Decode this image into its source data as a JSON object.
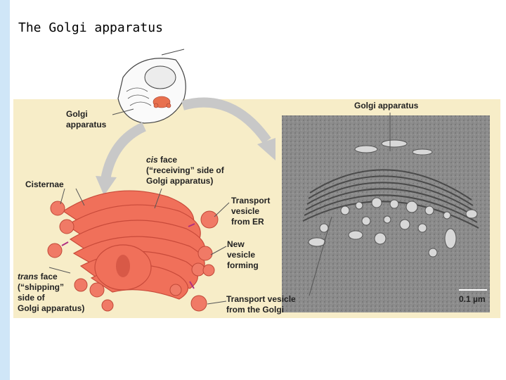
{
  "slide": {
    "title": "The Golgi apparatus"
  },
  "labels": {
    "golgi_small": [
      "Golgi",
      "apparatus"
    ],
    "cisternae": "Cisternae",
    "cis_face": {
      "term": "cis",
      "line1_rest": " face",
      "line2": "(“receiving” side of",
      "line3": "Golgi apparatus)"
    },
    "transport_er": [
      "Transport",
      "vesicle",
      "from ER"
    ],
    "new_vesicle": [
      "New",
      "vesicle",
      "forming"
    ],
    "trans_face": {
      "term": "trans",
      "line1_rest": " face",
      "line2": "(“shipping”",
      "line3": "side of",
      "line4": "Golgi apparatus)"
    },
    "transport_golgi": [
      "Transport vesicle",
      "from the Golgi"
    ],
    "micrograph_title": "Golgi apparatus",
    "scale_bar": "0.1 µm"
  },
  "colors": {
    "panel": "#f7edc8",
    "golgi": "#f0705a",
    "golgi_dark": "#c84a3a",
    "arrow": "#c8c8c8",
    "micrograph": "#8a8a8a"
  },
  "icons": [
    "cell-illustration",
    "curved-arrow"
  ]
}
